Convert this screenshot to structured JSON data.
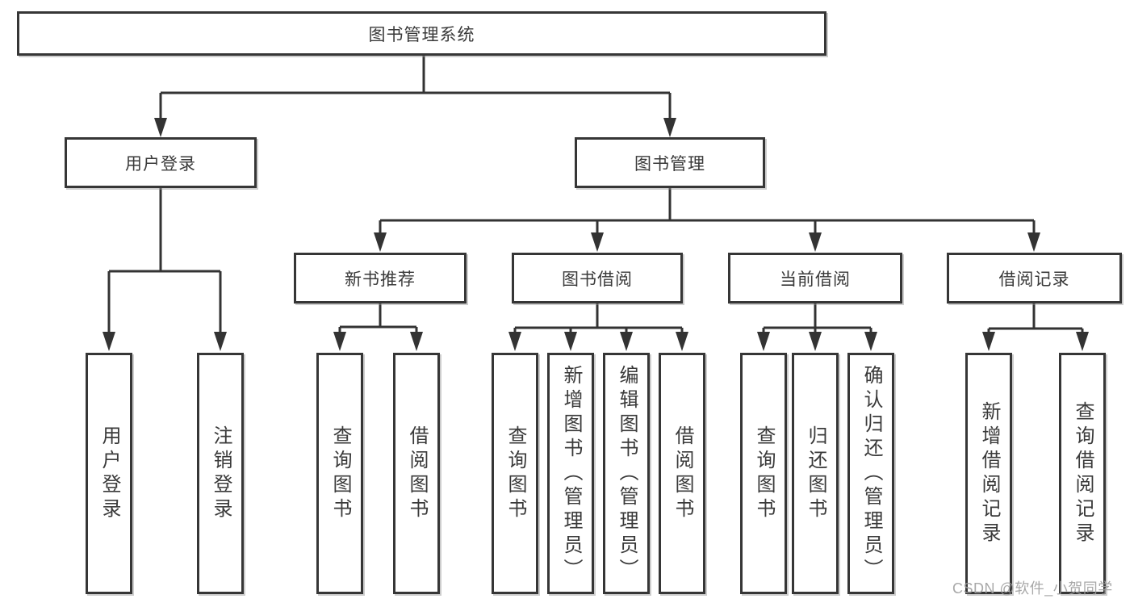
{
  "nodes": {
    "root": "图书管理系统",
    "user_login": "用户登录",
    "book_mgmt": "图书管理",
    "new_book_rec": "新书推荐",
    "book_borrow": "图书借阅",
    "current_borrow": "当前借阅",
    "borrow_records": "借阅记录",
    "leaf_user_login": "用户登录",
    "leaf_logout": "注销登录",
    "leaf_query_books_nb": "查询图书",
    "leaf_borrow_books_nb": "借阅图书",
    "leaf_query_books_bb": "查询图书",
    "leaf_add_book": "新增图书（管理员）",
    "leaf_edit_book": "编辑图书（管理员）",
    "leaf_borrow_books_bb": "借阅图书",
    "leaf_query_books_cb": "查询图书",
    "leaf_return_books": "归还图书",
    "leaf_confirm_return": "确认归还（管理员）",
    "leaf_add_record": "新增借阅记录",
    "leaf_query_record": "查询借阅记录"
  },
  "watermark": "CSDN @软件_小贺同学",
  "colors": {
    "line": "#333333",
    "border": "#363636",
    "text": "#3a3a3a",
    "background": "#ffffff",
    "watermark": "#9e9e9e"
  }
}
